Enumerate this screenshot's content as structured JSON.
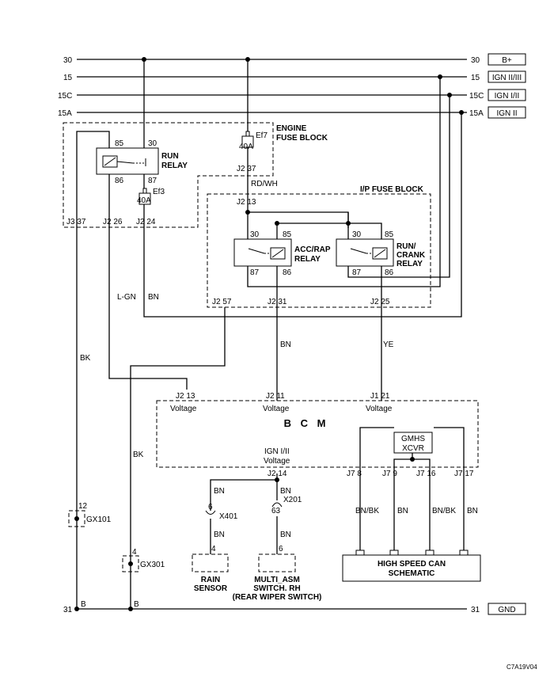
{
  "rails": [
    {
      "left": "30",
      "right": "30",
      "tag": "B+"
    },
    {
      "left": "15",
      "right": "15",
      "tag": "IGN II/III"
    },
    {
      "left": "15C",
      "right": "15C",
      "tag": "IGN I/II"
    },
    {
      "left": "15A",
      "right": "15A",
      "tag": "IGN II"
    },
    {
      "left": "31",
      "right": "31",
      "tag": "GND"
    }
  ],
  "engine_fuse_block": {
    "title_line1": "ENGINE",
    "title_line2": "FUSE BLOCK",
    "run_relay_line1": "RUN",
    "run_relay_line2": "RELAY",
    "pin85": "85",
    "pin30": "30",
    "pin86": "86",
    "pin87": "87",
    "ef3_name": "Ef3",
    "ef3_rating": "40A",
    "ef7_name": "Ef7",
    "ef7_rating": "40A",
    "conn_j3_37": "J3  37",
    "conn_j2_26": "J2  26",
    "conn_j2_24": "J2  24",
    "conn_j2_37": "J2  37"
  },
  "ip_fuse_block": {
    "title": "I/P FUSE BLOCK",
    "conn_j2_13": "J2  13",
    "acc_relay_line1": "ACC/RAP",
    "acc_relay_line2": "RELAY",
    "run_crank_line1": "RUN/",
    "run_crank_line2": "CRANK",
    "run_crank_line3": "RELAY",
    "acc_pin30": "30",
    "acc_pin85": "85",
    "acc_pin87": "87",
    "acc_pin86": "86",
    "rc_pin30": "30",
    "rc_pin85": "85",
    "rc_pin87": "87",
    "rc_pin86": "86",
    "conn_j2_57": "J2  57",
    "conn_j2_31": "J2  31",
    "conn_j2_25": "J2  25"
  },
  "wires": {
    "rd_wh": "RD/WH",
    "l_gn": "L-GN",
    "bn1": "BN",
    "bk1": "BK",
    "bn2": "BN",
    "ye": "YE",
    "bk2": "BK",
    "bn_rain_top": "BN",
    "bn_rain_bot": "BN",
    "bn_multi_top": "BN",
    "bn_multi_bot": "BN",
    "bn_bk_1": "BN/BK",
    "bn_3": "BN",
    "bn_bk_2": "BN/BK",
    "bn_4": "BN"
  },
  "bcm": {
    "title": "B C M",
    "in1_conn": "J2  13",
    "in1_label": "Voltage",
    "in2_conn": "J2  11",
    "in2_label": "Voltage",
    "in3_conn": "J1  21",
    "in3_label": "Voltage",
    "ign_line1": "IGN I/II",
    "ign_line2": "Voltage",
    "conn_j2_14": "J2  14",
    "xcvr_line1": "GMHS",
    "xcvr_line2": "XCVR",
    "j7_8": "J7  8",
    "j7_9": "J7  9",
    "j7_16": "J7  16",
    "j7_17": "J7  17"
  },
  "connectors": {
    "x401": "X401",
    "x401_pin": "6",
    "rain_pin": "4",
    "x201": "X201",
    "x201_pin": "63",
    "multi_pin": "6",
    "gx101": "GX101",
    "gx101_pin": "12",
    "gx301": "GX301",
    "gx301_pin": "4",
    "b1": "B",
    "b2": "B"
  },
  "components": {
    "rain_line1": "RAIN",
    "rain_line2": "SENSOR",
    "multi_line1": "MULTI_ASM",
    "multi_line2": "SWITCH. RH",
    "multi_line3": "(REAR WIPER SWITCH)",
    "can_line1": "HIGH SPEED CAN",
    "can_line2": "SCHEMATIC"
  },
  "diagram_code": "C7A19V04"
}
